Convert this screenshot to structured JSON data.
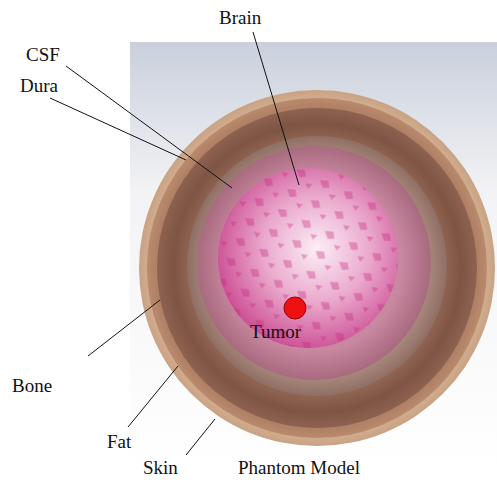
{
  "diagram": {
    "labels": [
      "Brain",
      "CSF",
      "Dura",
      "Tumor",
      "Bone",
      "Fat",
      "Skin",
      "Phantom Model"
    ]
  }
}
